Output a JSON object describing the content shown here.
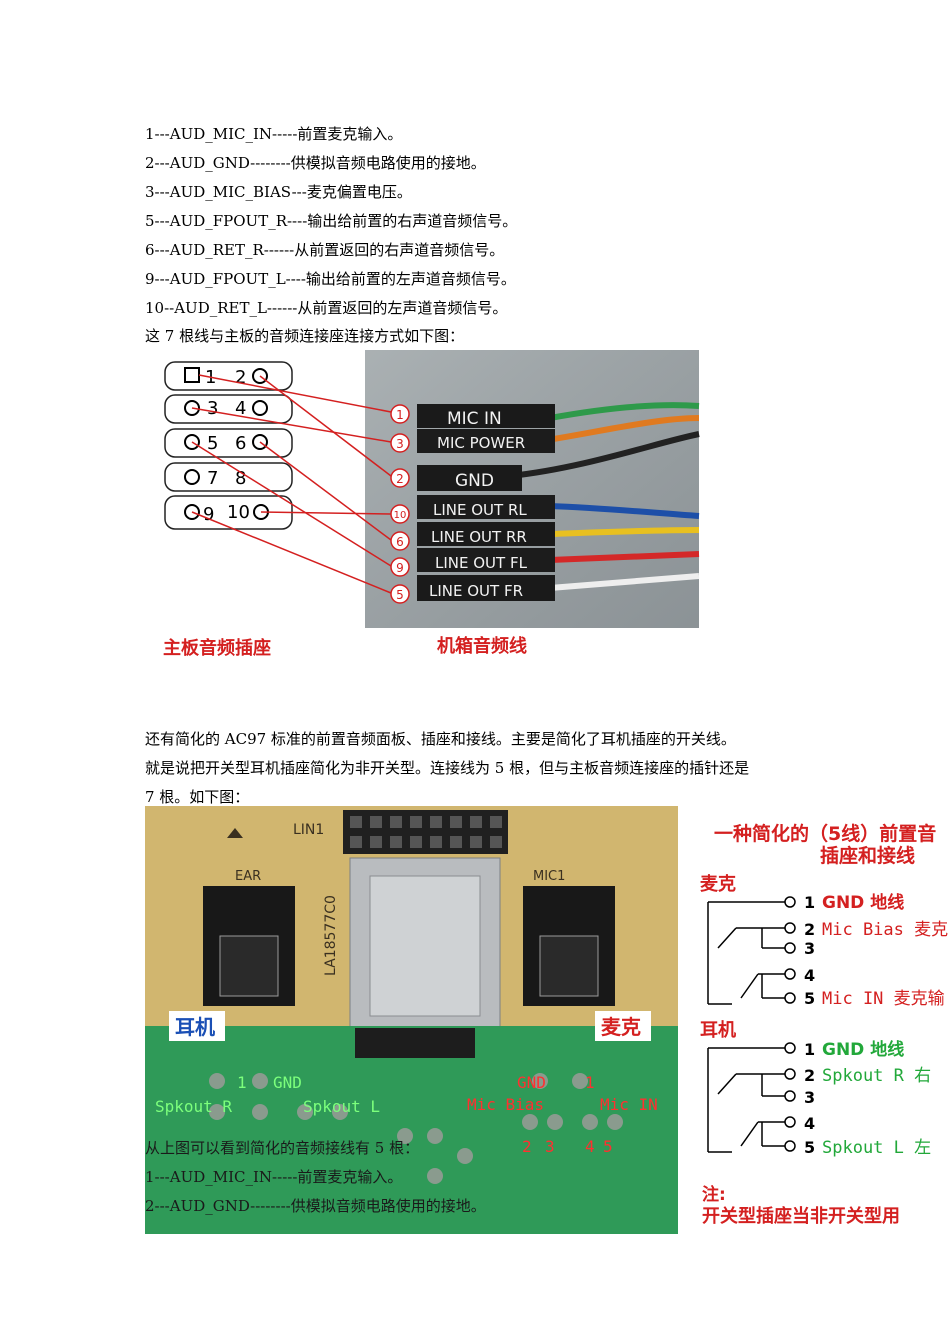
{
  "intro_lines": [
    "1---AUD_MIC_IN-----前置麦克输入。",
    "2---AUD_GND--------供模拟音频电路使用的接地。",
    "3---AUD_MIC_BIAS---麦克偏置电压。",
    "5---AUD_FPOUT_R----输出给前置的右声道音频信号。",
    "6---AUD_RET_R------从前置返回的右声道音频信号。",
    "9---AUD_FPOUT_L----输出给前置的左声道音频信号。",
    "10--AUD_RET_L------从前置返回的左声道音频信号。",
    "这 7 根线与主板的音频连接座连接方式如下图："
  ],
  "figure1": {
    "pin_rows": [
      {
        "left": "1",
        "right": "2"
      },
      {
        "left": "3",
        "right": "4"
      },
      {
        "left": "5",
        "right": "6"
      },
      {
        "left": "7",
        "right": "8"
      },
      {
        "left": "9",
        "right": "10"
      }
    ],
    "cable_labels": [
      "MIC IN",
      "MIC POWER",
      "GND",
      "LINE OUT RL",
      "LINE OUT RR",
      "LINE OUT FL",
      "LINE OUT FR"
    ],
    "circle_numbers": [
      "1",
      "3",
      "2",
      "10",
      "6",
      "9",
      "5"
    ],
    "wire_colors": [
      "#2e9a4a",
      "#e07a20",
      "#222222",
      "#1d4fa8",
      "#e8c020",
      "#d42828",
      "#e8e8e8"
    ],
    "caption_left": "主板音频插座",
    "caption_right": "机箱音频线"
  },
  "mid_lines": [
    "还有简化的 AC97 标准的前置音频面板、插座和接线。主要是简化了耳机插座的开关线。",
    "就是说把开关型耳机插座简化为非开关型。连接线为 5 根，但与主板音频连接座的插针还是",
    "7 根。如下图："
  ],
  "figure2": {
    "board_labels": {
      "lin": "LIN1",
      "ear": "EAR",
      "mic": "MIC1",
      "part": "LA18577C0"
    },
    "jack_label_left": "耳机",
    "jack_label_right": "麦克",
    "pcb_labels": [
      "1",
      "GND",
      "GND",
      "1",
      "Spkout R",
      "Spkout L",
      "Mic Bias",
      "Mic IN",
      "2",
      "3",
      "4",
      "5"
    ],
    "overlay_lines": [
      "从上图可以看到简化的音频接线有 5 根：",
      "1---AUD_MIC_IN-----前置麦克输入。",
      "2---AUD_GND--------供模拟音频电路使用的接地。"
    ]
  },
  "figure3": {
    "title_line1": "一种简化的（5线）前置音",
    "title_line2": "插座和接线",
    "mic_section": "麦克",
    "mic_pins": [
      {
        "num": "1",
        "text": "GND 地线"
      },
      {
        "num": "2",
        "text": "Mic Bias 麦克"
      },
      {
        "num": "3",
        "text": ""
      },
      {
        "num": "4",
        "text": ""
      },
      {
        "num": "5",
        "text": "Mic IN 麦克输"
      }
    ],
    "ear_section": "耳机",
    "ear_pins": [
      {
        "num": "1",
        "text": "GND 地线"
      },
      {
        "num": "2",
        "text": "Spkout R 右"
      },
      {
        "num": "3",
        "text": ""
      },
      {
        "num": "4",
        "text": ""
      },
      {
        "num": "5",
        "text": "Spkout L 左"
      }
    ],
    "note_title": "注:",
    "note_text": "开关型插座当非开关型用"
  }
}
